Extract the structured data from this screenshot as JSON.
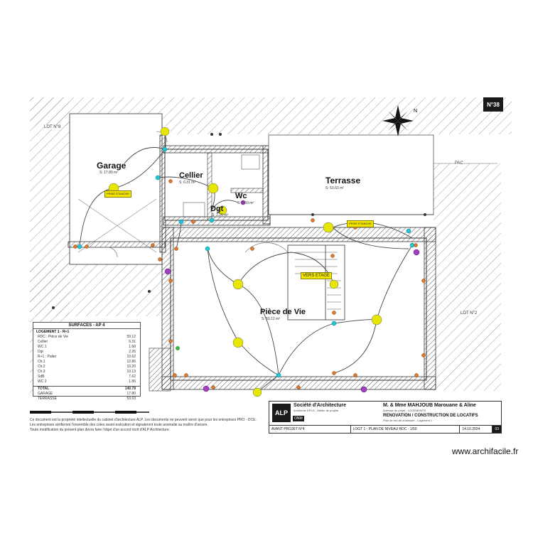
{
  "plan_number": "N°38",
  "rooms": {
    "garage": {
      "name": "Garage",
      "area": "S: 17.80 m²"
    },
    "cellier": {
      "name": "Cellier",
      "area": "S: 6.31 m²"
    },
    "terrasse": {
      "name": "Terrasse",
      "area": "S: 53.63 m²"
    },
    "wc": {
      "name": "Wc",
      "area": "S: 1.60 m²"
    },
    "dgt": {
      "name": "Dgt",
      "area": "S: 2.26 m²"
    },
    "piece_de_vie": {
      "name": "Pièce de Vie",
      "area": "S: 59.12 m²"
    }
  },
  "tags": {
    "vers_etage": "VERS ETAGE",
    "tag_garage": "PRISE ETANCHE",
    "tag_terrasse": "PRISE ETANCHE"
  },
  "side_labels": {
    "lot_left": "LOT N°8",
    "lot_right": "LOT N°2",
    "pac": "PAC"
  },
  "surfaces": {
    "title": "SURFACES - AP 4",
    "subtitle": "LOGEMENT 1 - R+1",
    "rows": [
      {
        "label": "RDC : Pièce de Vie",
        "value": "59.12"
      },
      {
        "label": "Cellier",
        "value": "6.31"
      },
      {
        "label": "WC 1",
        "value": "1.60"
      },
      {
        "label": "Dgt",
        "value": "2.26"
      },
      {
        "label": "R+1 : Palier",
        "value": "10.62"
      },
      {
        "label": "Ch.1",
        "value": "12.86"
      },
      {
        "label": "Ch.2",
        "value": "10.20"
      },
      {
        "label": "Ch.3",
        "value": "10.13"
      },
      {
        "label": "SdB",
        "value": "7.62"
      },
      {
        "label": "WC 2",
        "value": "1.86"
      }
    ],
    "total_label": "TOTAL",
    "total_value": "140.78",
    "extra": [
      {
        "label": "GARAGE",
        "value": "17.80"
      },
      {
        "label": "TERRASSE",
        "value": "53.63"
      }
    ]
  },
  "notes": [
    "Ce document est la propriété intellectuelle du cabinet d'architecture ALP. Les documents ne peuvent servir que pour les entreprises PRO - DCE.",
    "Les entreprises vérifieront l'ensemble des cotes avant exécution et signaleront toute anomalie au maître d'œuvre.",
    "Toute modification du présent plan devra faire l'objet d'un accord écrit d'ALP Architecture."
  ],
  "cartouche": {
    "logo": "ALP",
    "onu": "ONM",
    "company": "Société d'Architecture",
    "company_addr": "Architecte DPLG - Atelier de projets",
    "client": "M. & Mme MAHJOUB Marouane & Aline",
    "client_addr": "Adresse du projet - LOGEMENTS",
    "project": "RENOVATION / CONSTRUCTION DE LOCATIFS",
    "project_sub": "Plan de rez-de-chaussée - Logement 1",
    "phase": "AVANT PROJET N°4",
    "sheet": "LOGT 1 - PLAN DE NIVEAU RDC - 1/50",
    "date": "14.10.2024",
    "page": "03"
  },
  "watermark": "www.archifacile.fr",
  "colors": {
    "light": "#e6e600",
    "switch": "#1ec8d8",
    "socket": "#e07a2a",
    "special": "#a040c0",
    "green": "#3cb043",
    "wire": "#444444"
  }
}
